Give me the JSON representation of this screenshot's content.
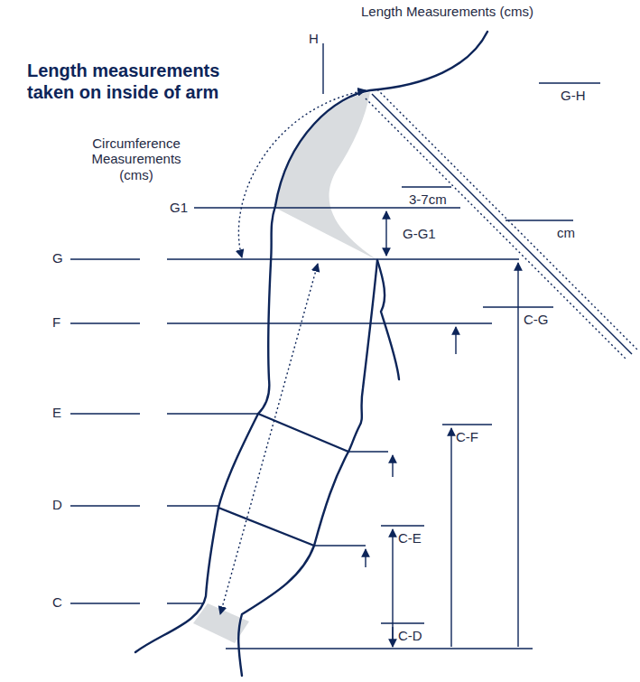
{
  "diagram": {
    "title": "Length measurements taken on inside of arm",
    "labels": [
      "Length Measurements (cms)",
      "H",
      "Circumference Measurements (cms)",
      "G-H",
      "G1",
      "3-7cm",
      "G-G1",
      "cm",
      "G",
      "F",
      "C-G",
      "E",
      "C-F",
      "D",
      "C-E",
      "C",
      "C-D"
    ]
  }
}
